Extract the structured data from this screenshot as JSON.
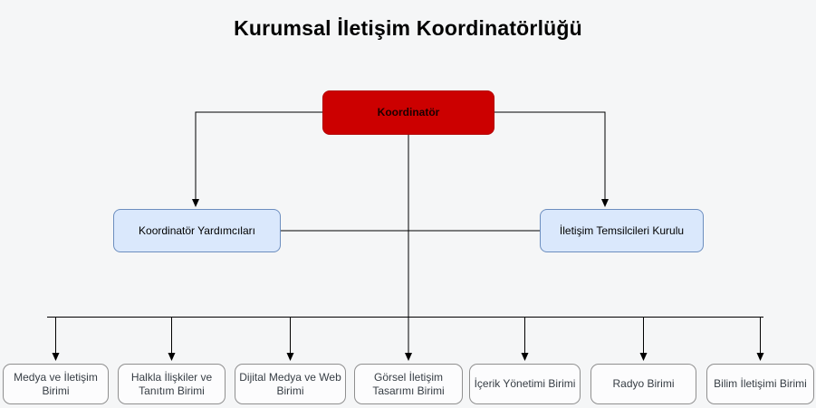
{
  "title": "Kurumsal İletişim Koordinatörlüğü",
  "colors": {
    "canvas_bg": "#f5f6f7",
    "root_fill": "#cc0000",
    "root_stroke": "#b20000",
    "level2_fill": "#dae8fc",
    "level2_stroke": "#6c8ebf",
    "unit_fill": "#fcfcfd",
    "unit_stroke": "#8f8f8f",
    "line_color": "#000000"
  },
  "org": {
    "root": {
      "label": "Koordinatör"
    },
    "level2": [
      {
        "label": "Koordinatör Yardımcıları"
      },
      {
        "label": "İletişim Temsilcileri Kurulu"
      }
    ],
    "units": [
      {
        "label": "Medya ve İletişim Birimi"
      },
      {
        "label": "Halkla İlişkiler ve Tanıtım Birimi"
      },
      {
        "label": "Dijital Medya ve Web Birimi"
      },
      {
        "label": "Görsel İletişim Tasarımı Birimi"
      },
      {
        "label": "İçerik Yönetimi Birimi"
      },
      {
        "label": "Radyo Birimi"
      },
      {
        "label": "Bilim İletişimi Birimi"
      }
    ]
  }
}
